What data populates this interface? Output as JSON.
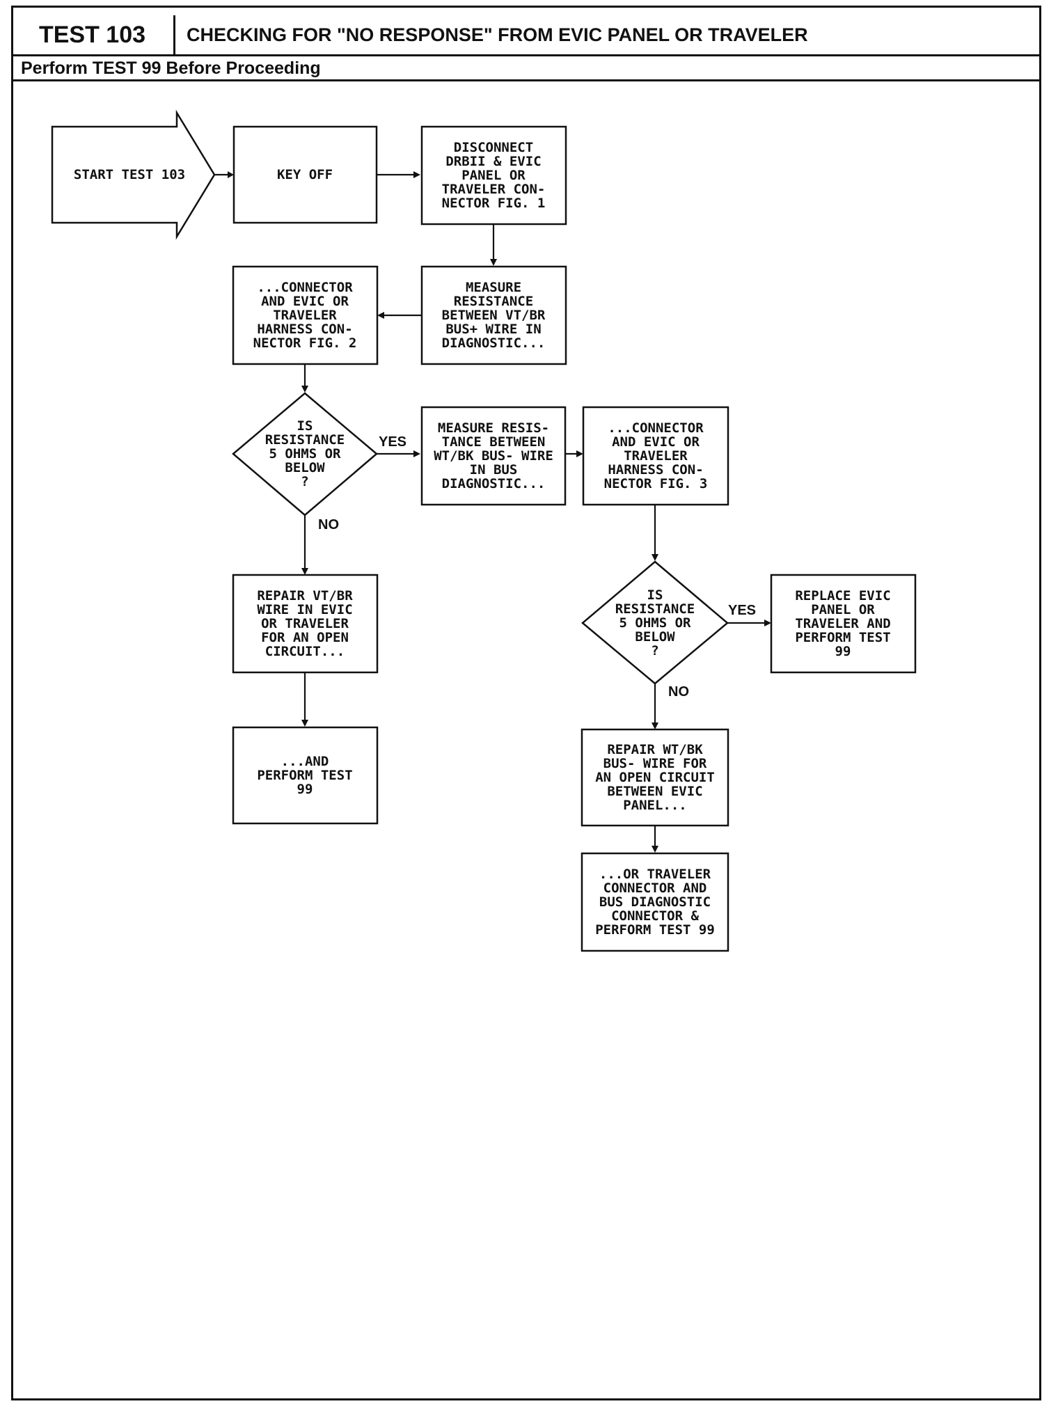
{
  "header": {
    "test_id": "TEST 103",
    "title": "CHECKING FOR \"NO RESPONSE\" FROM EVIC PANEL OR TRAVELER",
    "subtitle": "Perform TEST 99 Before Proceeding"
  },
  "flowchart": {
    "start": {
      "lines": [
        "START TEST 103"
      ]
    },
    "key_off": {
      "lines": [
        "KEY OFF"
      ]
    },
    "disconnect": {
      "lines": [
        "DISCONNECT",
        "DRBII & EVIC",
        "PANEL OR",
        "TRAVELER CON-",
        "NECTOR FIG. 1"
      ]
    },
    "measure_1": {
      "lines": [
        "MEASURE",
        "RESISTANCE",
        "BETWEEN VT/BR",
        "BUS+ WIRE IN",
        "DIAGNOSTIC..."
      ]
    },
    "connector_1": {
      "lines": [
        "...CONNECTOR",
        "AND EVIC OR",
        "TRAVELER",
        "HARNESS CON-",
        "NECTOR FIG. 2"
      ]
    },
    "decision_1": {
      "lines": [
        "IS",
        "RESISTANCE",
        "5 OHMS OR",
        "BELOW",
        "?"
      ]
    },
    "measure_2": {
      "lines": [
        "MEASURE RESIS-",
        "TANCE BETWEEN",
        "WT/BK BUS- WIRE",
        "IN BUS",
        "DIAGNOSTIC..."
      ]
    },
    "connector_2": {
      "lines": [
        "...CONNECTOR",
        "AND EVIC OR",
        "TRAVELER",
        "HARNESS CON-",
        "NECTOR FIG. 3"
      ]
    },
    "repair_1": {
      "lines": [
        "REPAIR VT/BR",
        "WIRE IN EVIC",
        "OR TRAVELER",
        "FOR AN OPEN",
        "CIRCUIT..."
      ]
    },
    "perform_1": {
      "lines": [
        "...AND",
        "PERFORM TEST",
        "99"
      ]
    },
    "decision_2": {
      "lines": [
        "IS",
        "RESISTANCE",
        "5 OHMS OR",
        "BELOW",
        "?"
      ]
    },
    "replace": {
      "lines": [
        "REPLACE EVIC",
        "PANEL OR",
        "TRAVELER AND",
        "PERFORM TEST",
        "99"
      ]
    },
    "repair_2": {
      "lines": [
        "REPAIR WT/BK",
        "BUS- WIRE FOR",
        "AN OPEN CIRCUIT",
        "BETWEEN EVIC",
        "PANEL..."
      ]
    },
    "final": {
      "lines": [
        "...OR TRAVELER",
        "CONNECTOR AND",
        "BUS DIAGNOSTIC",
        "CONNECTOR &",
        "PERFORM TEST 99"
      ]
    },
    "labels": {
      "yes_1": "YES",
      "no_1": "NO",
      "yes_2": "YES",
      "no_2": "NO"
    }
  }
}
